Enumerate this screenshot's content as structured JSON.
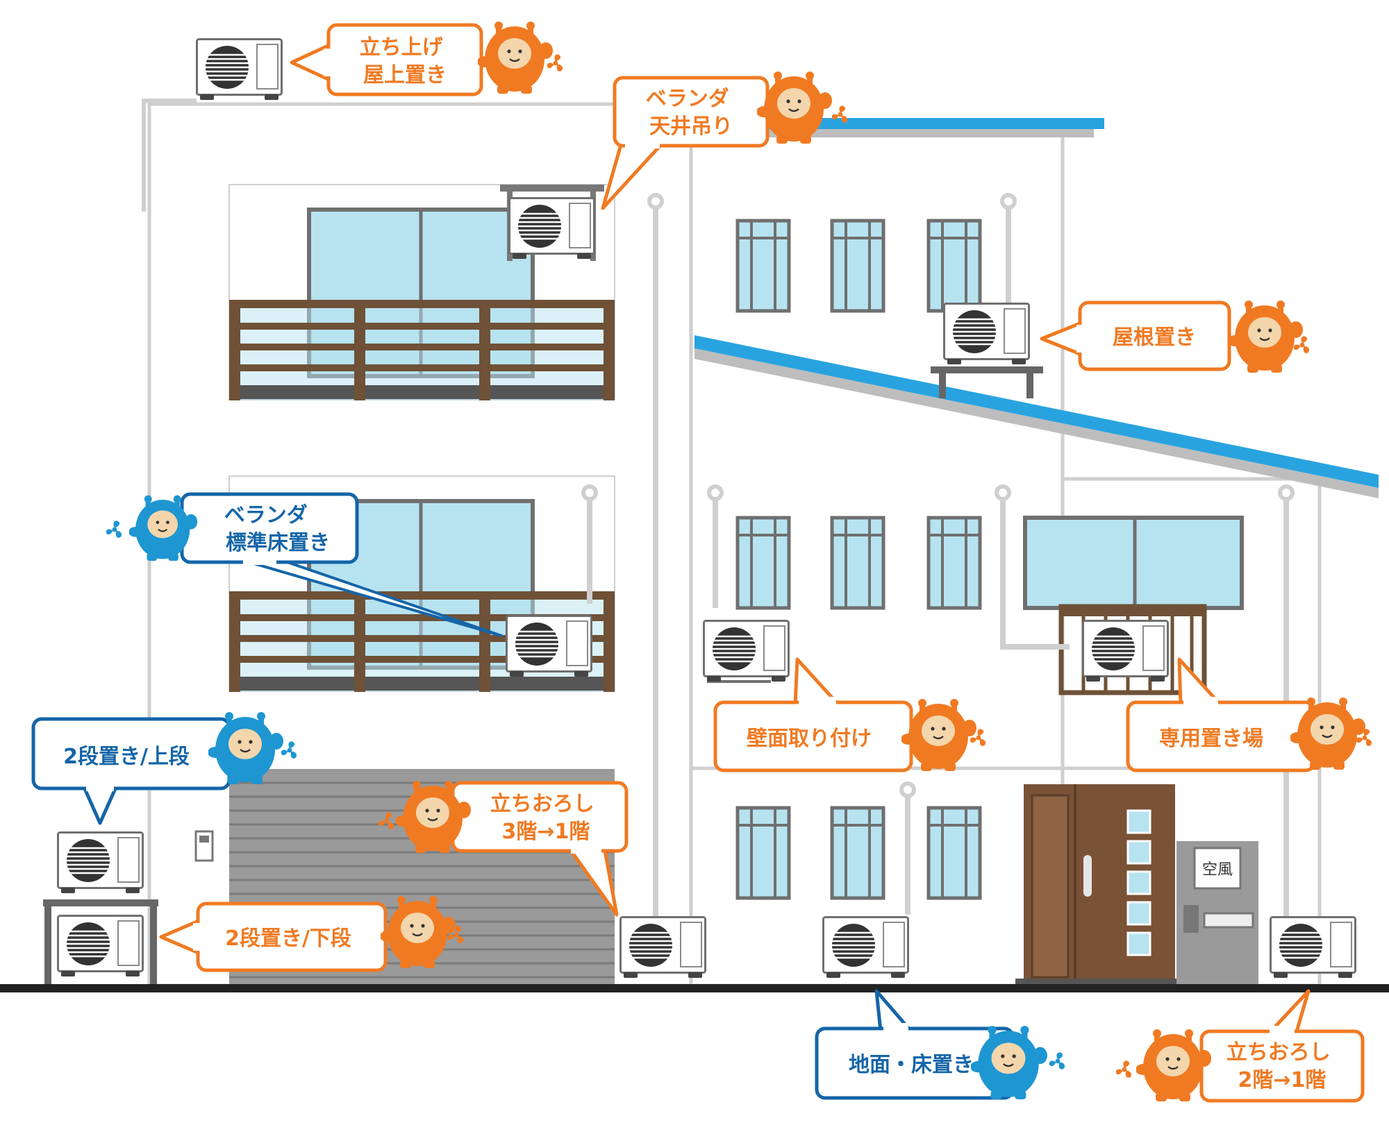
{
  "colors": {
    "orange": "#f07a22",
    "blue": "#1e96d2",
    "blue_dark": "#1565a8",
    "wall_line": "#cfcfcf",
    "roof": "#29a3e0",
    "glass": "#b7e3f0",
    "balcony_wood": "#6e5137",
    "shutter": "#9a9a9a",
    "door": "#7a5236",
    "ground": "#222222"
  },
  "labels": {
    "rooftop": [
      "立ち上げ",
      "屋上置き"
    ],
    "ceiling_hang": [
      "ベランダ",
      "天井吊り"
    ],
    "roof_place": [
      "屋根置き"
    ],
    "balcony_floor": [
      "ベランダ",
      "標準床置き"
    ],
    "wall_mount": [
      "壁面取り付け"
    ],
    "dedicated_place": [
      "専用置き場"
    ],
    "two_tier_upper": [
      "2段置き/上段"
    ],
    "two_tier_lower": [
      "2段置き/下段"
    ],
    "drop_3_to_1": [
      "立ちおろし",
      "3階→1階"
    ],
    "ground_floor": [
      "地面・床置き"
    ],
    "drop_2_to_1": [
      "立ちおろし",
      "2階→1階"
    ]
  },
  "nameplate": "空風",
  "icons": {
    "outdoor_unit": "air-conditioner-outdoor-unit-icon",
    "mascot": "mascot-character-icon",
    "fan": "fan-icon"
  }
}
